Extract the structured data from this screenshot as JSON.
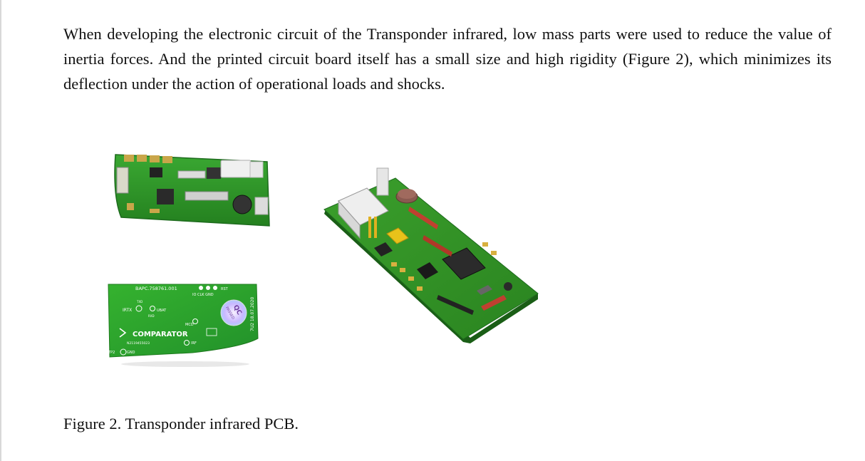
{
  "paragraph": "When developing the electronic circuit of the Transponder infrared, low mass parts were used to reduce the value of inertia forces. And the printed circuit board itself has a small size and high rigidity (Figure 2), which minimizes its deflection under the action of operational loads and shocks.",
  "caption": "Figure 2. Transponder infrared PCB.",
  "board_bottom_labels": {
    "part_number": "ВАРС.758761.001",
    "header_pins": "IO CLK GND",
    "rst": "RST",
    "irtx": "IRTX",
    "txd": "TXD",
    "ubat": "UBAT",
    "rxd": "RXD",
    "mcd": "MCD",
    "brand": "COMPARATOR",
    "serial": "N2119455023",
    "irf": "IRF",
    "tp": "TP2",
    "gnd": "GND",
    "date": "7U2 18.07.2020",
    "qc_line1": "QC",
    "qc_line2": "PASSED"
  },
  "colors": {
    "pcb_green": "#2f9a2b",
    "pcb_dark": "#1d6b1d",
    "connector": "#e8e8e8",
    "chip": "#2a2a2a",
    "yellow": "#e8c21a"
  }
}
